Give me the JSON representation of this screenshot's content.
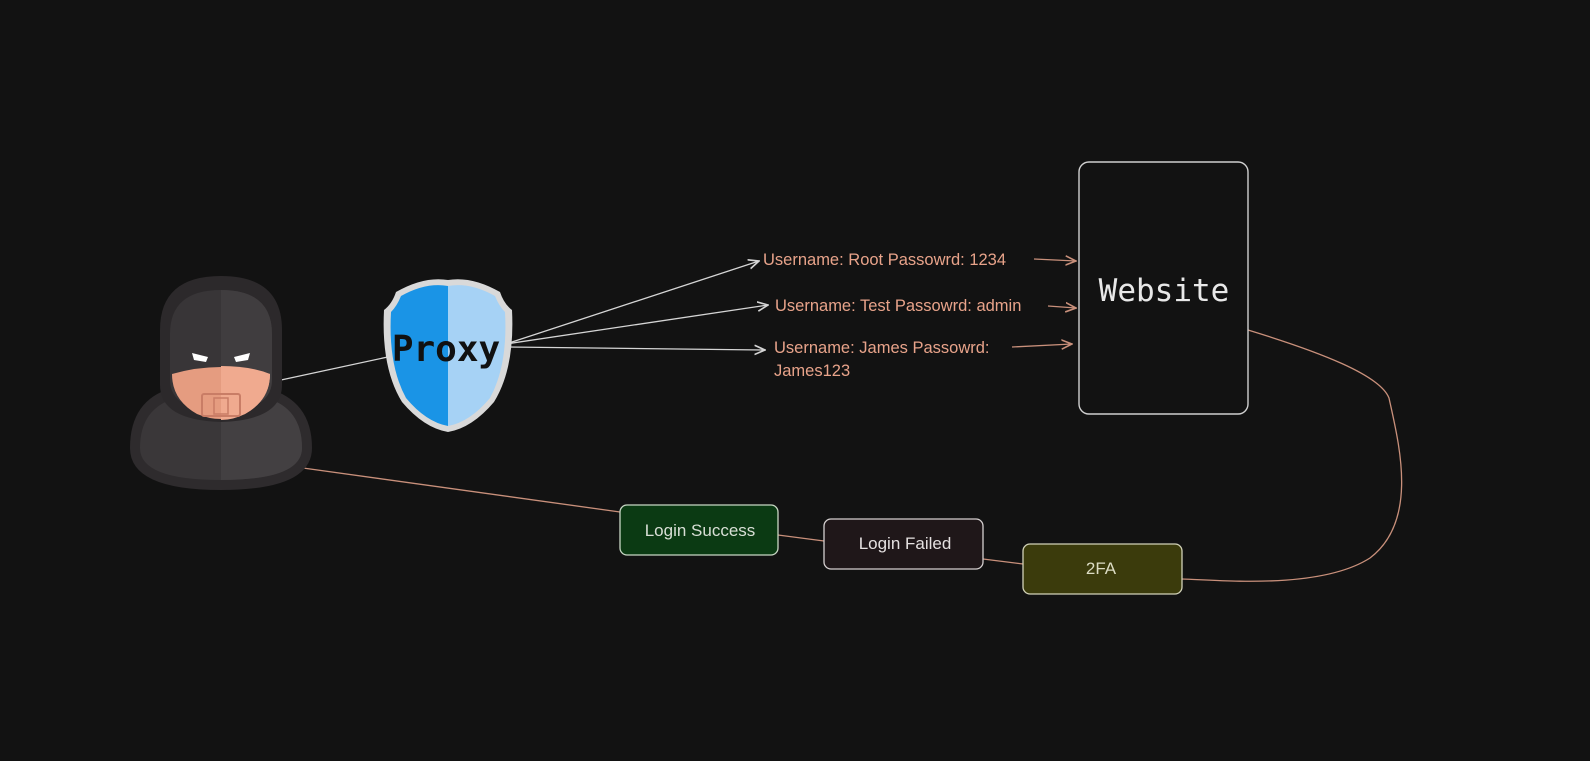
{
  "nodes": {
    "proxy": {
      "label": "Proxy"
    },
    "website": {
      "label": "Website"
    },
    "login_success": {
      "label": "Login Success"
    },
    "login_failed": {
      "label": "Login Failed"
    },
    "two_fa": {
      "label": "2FA"
    }
  },
  "credentials": [
    {
      "line1": "Username: Root Passowrd: 1234",
      "line2": ""
    },
    {
      "line1": "Username: Test Passowrd: admin",
      "line2": ""
    },
    {
      "line1": "Username: James Passowrd:",
      "line2": "James123"
    }
  ],
  "colors": {
    "background": "#121212",
    "credential_text": "#e8a38a",
    "accent_line": "#c9907b",
    "arrow_line": "#d5d5d5",
    "login_success_fill": "#0b3a13",
    "login_failed_fill": "#1f1719",
    "two_fa_fill": "#3b3b0c",
    "shield_left": "#1a94e6",
    "shield_right": "#a6d2f5"
  },
  "icons": {
    "attacker": "hooded-hacker-icon",
    "proxy": "shield-icon"
  }
}
